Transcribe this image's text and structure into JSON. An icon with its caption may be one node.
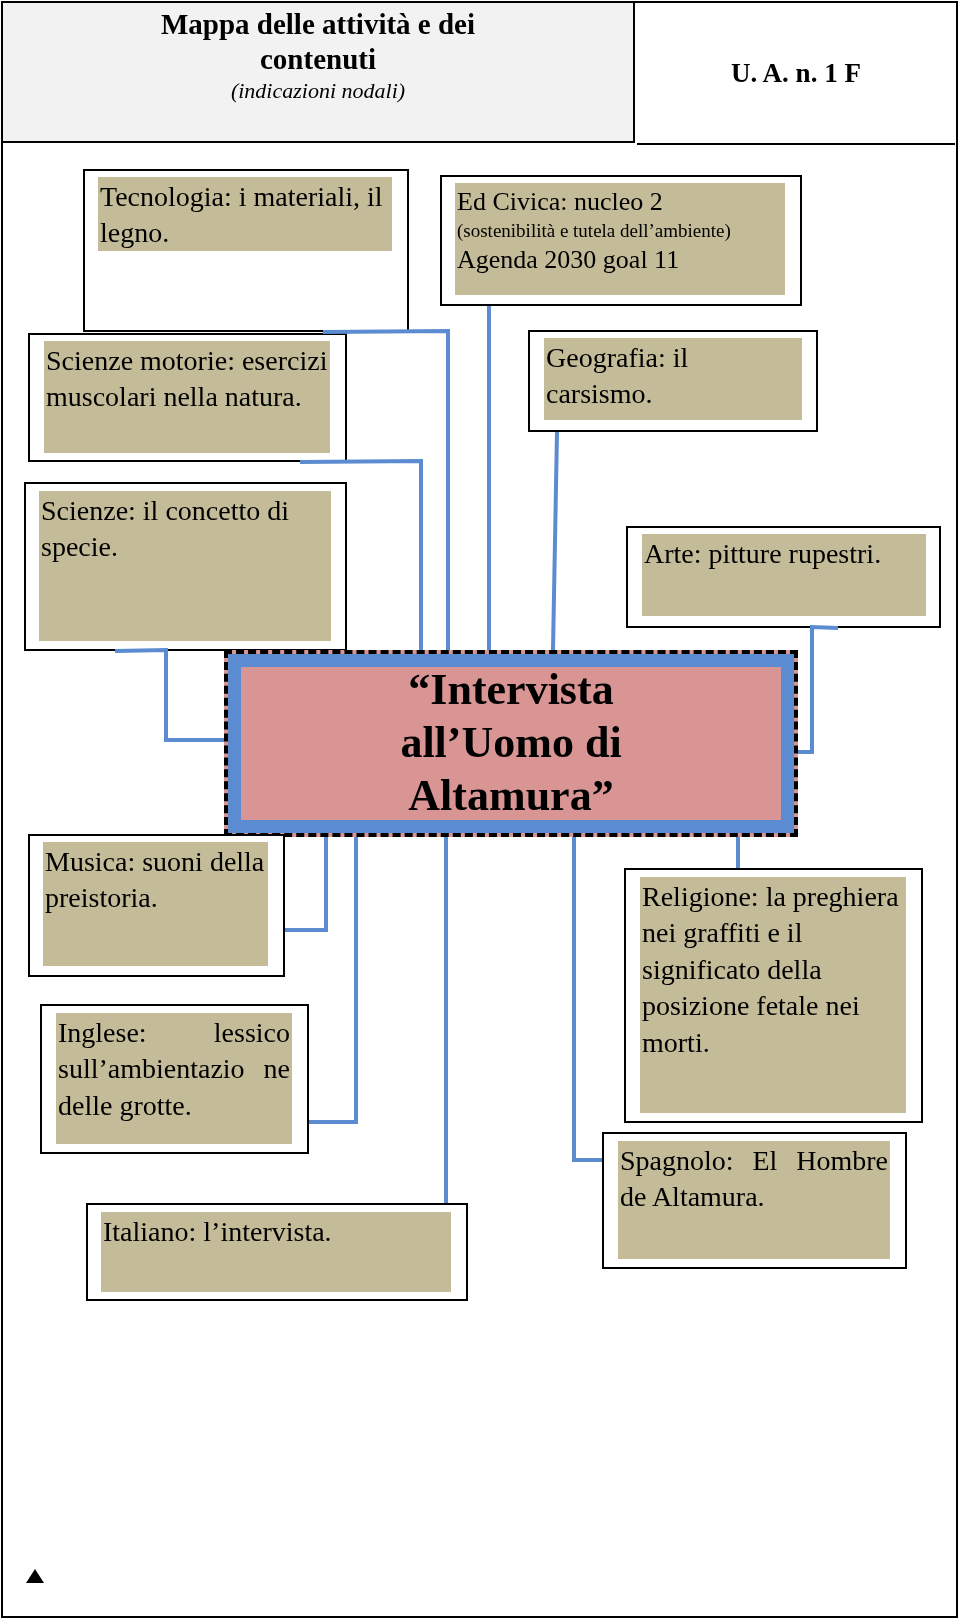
{
  "diagram": {
    "title": "Mappa delle attività e dei contenuti",
    "nodes": [
      {
        "text": [
          "Tecnologia: i materiali, il legno."
        ]
      },
      {
        "text": [
          "Ed Civica: nucleo 2",
          "(sostenibilità e tutela dell’ambiente)",
          "Agenda 2030 goal 11"
        ]
      },
      {
        "text": [
          "Scienze motorie: esercizi muscolari nella natura."
        ]
      },
      {
        "text": [
          "Geografia: il carsismo."
        ]
      },
      {
        "text": [
          "Scienze: il concetto di specie."
        ]
      },
      {
        "text": [
          "Arte: pitture rupestri."
        ]
      },
      {
        "text": [
          "“Intervista all’Uomo di Altamura”"
        ]
      },
      {
        "text": [
          "Musica: suoni della preistoria."
        ]
      },
      {
        "text": [
          "Inglese: lessico sull’ambientazio ne delle grotte."
        ]
      },
      {
        "text": [
          "Religione: la preghiera nei graffiti e il significato della posizione fetale nei morti."
        ]
      },
      {
        "text": [
          "Spagnolo: El Hombre de Altamura."
        ]
      },
      {
        "text": [
          "Italiano: l’intervista."
        ]
      }
    ],
    "edges": [
      {
        "from": 0,
        "to": 6,
        "arrow": "none"
      },
      {
        "from": 1,
        "to": 6,
        "arrow": "none"
      },
      {
        "from": 2,
        "to": 6,
        "arrow": "none"
      },
      {
        "from": 3,
        "to": 6,
        "arrow": "none"
      },
      {
        "from": 4,
        "to": 6,
        "arrow": "none"
      },
      {
        "from": 5,
        "to": 6,
        "arrow": "none"
      },
      {
        "from": 7,
        "to": 6,
        "arrow": "none"
      },
      {
        "from": 8,
        "to": 6,
        "arrow": "none"
      },
      {
        "from": 9,
        "to": 6,
        "arrow": "none"
      },
      {
        "from": 10,
        "to": 6,
        "arrow": "none"
      },
      {
        "from": 11,
        "to": 6,
        "arrow": "none"
      }
    ],
    "labels": [
      "(indicazioni nodali)",
      "U. A. n. 1 F"
    ]
  }
}
